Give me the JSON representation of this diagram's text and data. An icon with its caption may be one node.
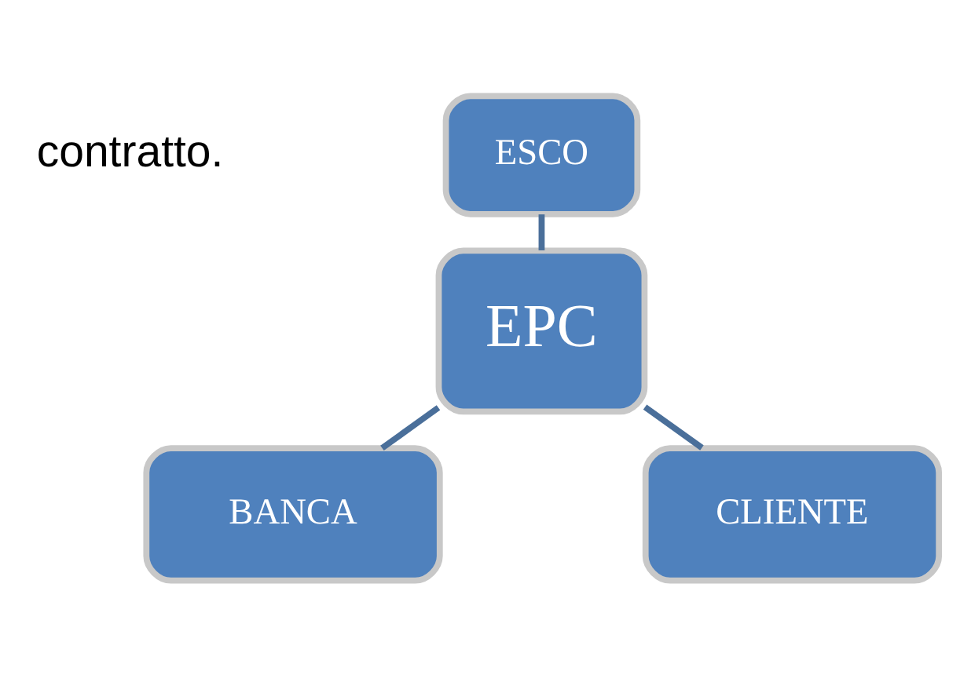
{
  "diagram": {
    "nodes": [
      {
        "text": [
          "ESCO"
        ]
      },
      {
        "text": [
          "EPC"
        ]
      },
      {
        "text": [
          "BANCA"
        ]
      },
      {
        "text": [
          "CLIENTE"
        ]
      }
    ],
    "edges": [
      {
        "from": 0,
        "to": 1,
        "arrow": "none"
      },
      {
        "from": 1,
        "to": 2,
        "arrow": "none"
      },
      {
        "from": 1,
        "to": 3,
        "arrow": "none"
      }
    ],
    "labels": [
      "contratto."
    ]
  }
}
